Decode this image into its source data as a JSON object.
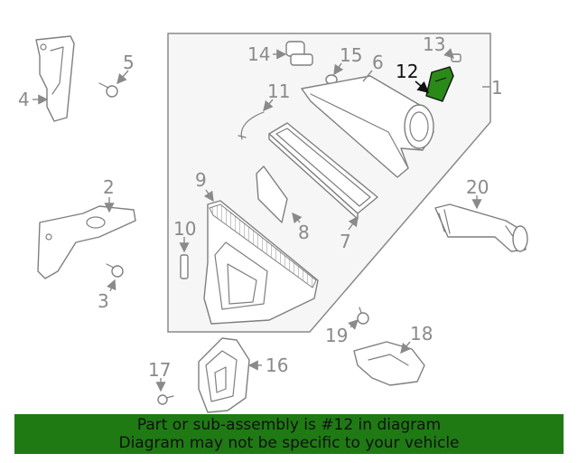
{
  "callouts": {
    "c1": "1",
    "c2": "2",
    "c3": "3",
    "c4": "4",
    "c5": "5",
    "c6": "6",
    "c7": "7",
    "c8": "8",
    "c9": "9",
    "c10": "10",
    "c11": "11",
    "c12": "12",
    "c13": "13",
    "c14": "14",
    "c15": "15",
    "c16": "16",
    "c17": "17",
    "c18": "18",
    "c19": "19",
    "c20": "20"
  },
  "highlight": {
    "part": "12",
    "color": "#2a8a18"
  },
  "banner": {
    "line1": "Part or sub-assembly is #12 in diagram",
    "line2": "Diagram may not be specific to your vehicle",
    "color": "#1f7a14"
  }
}
